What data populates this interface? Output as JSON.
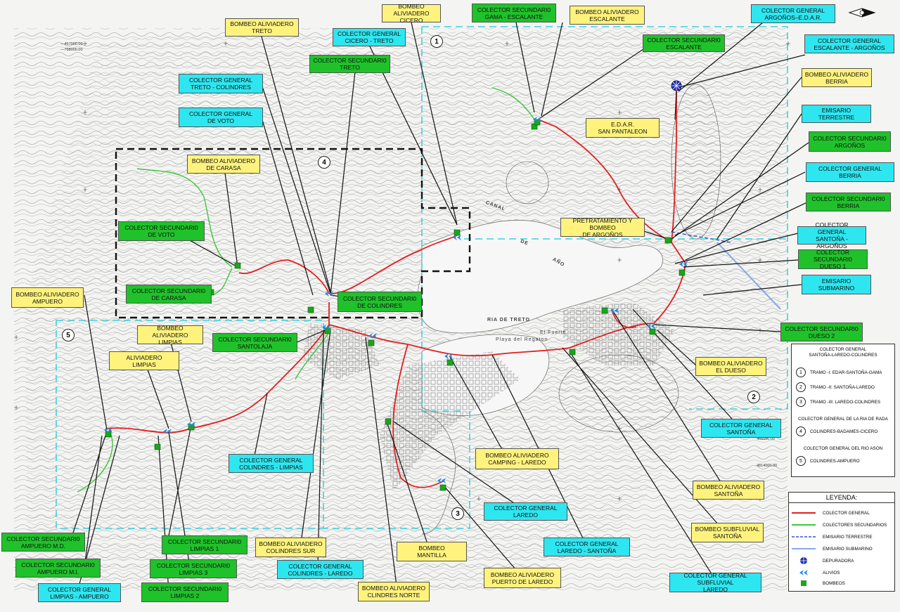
{
  "colors": {
    "colector_general": "#e02020",
    "colectores_secundarios": "#3cc83c",
    "emisario_terrestre": "#3355cc",
    "emisario_submarino": "#88a8e8",
    "label_yellow": "#fff37d",
    "label_green": "#1fc22a",
    "label_cyan": "#2ee6f0",
    "zone_dash": "#3ed0e0"
  },
  "labels": {
    "bombeo_aliviadero_cicero": "BOMBEO ALIVIADERO\nCICERO",
    "colector_secundario_gama_escalante": "COLECTOR SECUNDARI0\nGAMA - ESCALANTE",
    "bombeo_aliviadero_escalante": "BOMBEO ALIVIADERO\nESCALANTE",
    "colector_general_argonos_edar": "COLECTOR GENERAL\nARGOÑOS–E.D.A.R.",
    "bombeo_aliviadero_treto": "BOMBEO ALIVIADERO\nTRETO",
    "colector_general_cicero_treto": "COLECTOR GENERAL\nCICERO - TRETO",
    "colector_secundario_escalante": "COLECTOR SECUNDARI0\nESCALANTE",
    "colector_general_escalante_argonos": "COLECTOR GENERAL\nESCALANTE - ARGOÑOS",
    "colector_secundario_treto": "COLECTOR SECUNDARI0\nTRETO",
    "bombeo_aliviadero_berria": "BOMBEO ALIVIADERO\nBERRIA",
    "colector_general_treto_colindres": "COLECTOR GENERAL\nTRETO - COLINDRES",
    "emisario_terrestre": "EMISARIO\nTERRESTRE",
    "colector_general_de_voto": "COLECTOR GENERAL\nDE VOTO",
    "edar_san_pantaleon": "E.D.A.R.\nSAN PANTALEON",
    "colector_secundario_argonos": "COLECTOR SECUNDARI0\nARGOÑOS",
    "bombeo_aliviadero_de_carasa": "BOMBEO ALIVIADERO\nDE CARASA",
    "colector_general_berria": "COLECTOR GENERAL\nBERRIA",
    "colector_secundario_berria": "COLECTOR SECUNDARI0\nBERRIA",
    "colector_secundario_de_voto": "COLECTOR SECUNDARI0\nDE VOTO",
    "pretratamiento_y_bombeo_de_argonos": "PRETRATAMIENTO Y BOMBEO\nDE ARGOÑOS",
    "colector_general_santona_argonos": "COLECTOR GENERAL\nSANTOÑA - ARGOÑOS",
    "colector_secundario_dueso_1": "COLECTOR SECUNDARI0\nDUESO 1",
    "bombeo_aliviadero_ampuero": "BOMBEO ALIVIADERO\nAMPUERO",
    "colector_secundario_de_carasa": "COLECTOR SECUNDARI0\nDE CARASA",
    "emisario_submarino": "EMISARIO\nSUBMARINO",
    "colector_secundario_de_colindres": "COLECTOR SECUNDARI0\nDE COLINDRES",
    "bombeo_aliviadero_limpias": "BOMBEO ALIVIADERO\nLIMPIAS",
    "colector_secundario_santolaja": "COLECTOR SECUNDARI0\nSANTOLAJA",
    "colector_secundario_dueso_2": "COLECTOR SECUNDARI0\nDUESO 2",
    "aliviadero_limpias": "ALIVIADERO\nLIMPIAS",
    "bombeo_aliviadero_el_dueso": "BOMBEO ALIVIADERO\nEL DUESO",
    "colector_general_santona": "COLECTOR GENERAL\nSANTOÑA",
    "bombeo_aliviadero_camping_laredo": "BOMBEO ALIVIADERO\nCAMPING - LAREDO",
    "colector_general_colindres_limpias": "COLECTOR GENERAL\nCOLINDRES - LIMPIAS",
    "bombeo_aliviadero_santona": "BOMBEO ALIVIADERO\nSANTOÑA",
    "colector_general_laredo": "COLECTOR GENERAL\nLAREDO",
    "bombeo_subfluvial_santona": "BOMBEO SUBFLUVIAL\nSANTOÑA",
    "colector_secundario_ampuero_md": "COLECTOR SECUNDARI0\nAMPUERO M.D.",
    "colector_secundario_limpias_1": "COLECTOR SECUNDARI0\nLIMPIAS 1",
    "bombeo_aliviadero_colindres_sur": "BOMBEO ALIVIADERO\nCOLINDRES SUR",
    "bombeo_mantilla": "BOMBEO\nMANTILLA",
    "colector_general_laredo_santona": "COLECTOR GENERAL\nLAREDO - SANTOÑA",
    "colector_secundario_ampuero_mi": "COLECTOR SECUNDARI0\nAMPUERO M.I.",
    "colector_secundario_limpias_3": "COLECTOR SECUNDARI0\nLIMPIAS 3",
    "colector_general_colindres_laredo": "COLECTOR GENERAL\nCOLINDRES - LAREDO",
    "bombeo_aliviadero_puerto_de_laredo": "BOMBEO ALIVIADERO\nPUERTO DE LAREDO",
    "colector_general_subfluvial_laredo": "COLECTOR GENERAL SUBFLUVIAL\nLAREDO",
    "colector_general_limpias_ampuero": "COLECTOR GENERAL\nLIMPIAS - AMPUERO",
    "colector_secundario_limpias_2": "COLECTOR SECUNDARI0\nLIMPIAS 2",
    "bombeo_aliviadero_clindres_norte": "BOMBEO ALIVIADERO\nCLINDRES NORTE"
  },
  "zone_numbers": {
    "z1": "1",
    "z2": "2",
    "z3": "3",
    "z4": "4",
    "z5": "5"
  },
  "places": {
    "ria_de_treto": "RIA DE TRETO",
    "canal": "CANAL",
    "de": "DE",
    "ano": "AÑO",
    "playa_del_regaton": "Playa del Regaton",
    "el_fuerte": "El Fuerte"
  },
  "coords": {
    "c1": "—457000.00",
    "c2": "—798000.00",
    "c3": "466000.00",
    "c4": "4814000.00"
  },
  "legend_zones": {
    "title": "COLECTOR GENERAL\nSANTOÑA-LAREDO-COLINDRES",
    "t1": "TRAMO -I: EDAR-SANTOÑA-GAMA",
    "t2": "TRAMO -II: SANTOÑA-LAREDO",
    "t3": "TRAMO -III: LAREDO-COLINDRES",
    "rada_header": "COLECTOR GENERAL DE LA RIA DE RADA",
    "t4": "COLINDRES-BADAMES-CICERO",
    "ason_header": "COLECTOR GENERAL DEL RIO ASON",
    "t5": "COLINDRES-AMPUERO"
  },
  "legend": {
    "title": "LEYENDA:",
    "colector_general": "COLECTOR GENERAL",
    "colectores_secundarios": "COLECTORES SECUNDARIOS",
    "emisario_terrestre": "EMISARIO TERRESTRE",
    "emisario_submarino": "EMISARIO SUBMARINO",
    "depuradora": "DEPURADORA",
    "alivios": "ALIVIOS",
    "bombeos": "BOMBEOS"
  }
}
